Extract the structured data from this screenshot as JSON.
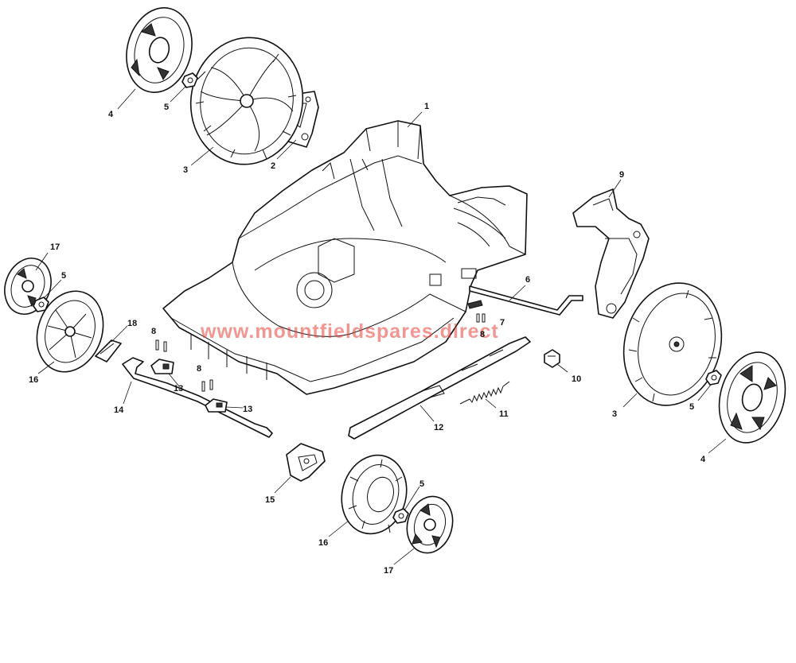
{
  "watermark": "www.mountfieldspares.direct",
  "callouts": {
    "c1": "1",
    "c2": "2",
    "c3a": "3",
    "c3b": "3",
    "c4a": "4",
    "c4b": "4",
    "c5a": "5",
    "c5b": "5",
    "c5c": "5",
    "c5d": "5",
    "c6": "6",
    "c7": "7",
    "c8a": "8",
    "c8b": "8",
    "c8c": "8",
    "c9": "9",
    "c10": "10",
    "c11": "11",
    "c12": "12",
    "c13a": "13",
    "c13b": "13",
    "c14": "14",
    "c15": "15",
    "c16a": "16",
    "c16b": "16",
    "c17a": "17",
    "c17b": "17",
    "c18": "18"
  }
}
